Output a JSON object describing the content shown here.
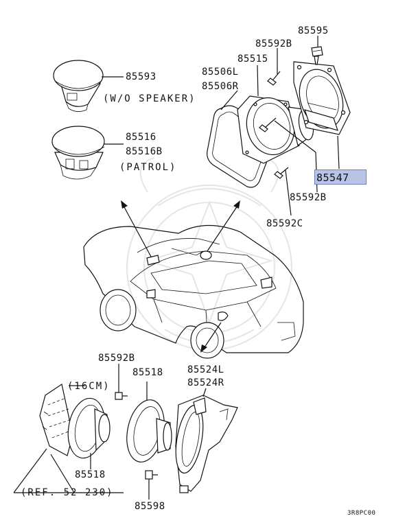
{
  "labels": {
    "p85595": "85595",
    "p85592b_top": "85592B",
    "p85515": "85515",
    "p85506l": "85506L",
    "p85506r": "85506R",
    "p85593": "85593",
    "wo_speaker": "(W/O SPEAKER)",
    "p85516": "85516",
    "p85516b": "85516B",
    "patrol": "(PATROL)",
    "p85547": "85547",
    "p85592b_mid": "85592B",
    "p85592c": "85592C",
    "p85592b_low": "85592B",
    "p85518_top": "85518",
    "p85524l": "85524L",
    "p85524r": "85524R",
    "cm16": "(16CM)",
    "p85518_low": "85518",
    "ref": "(REF. 52-230)",
    "p85598": "85598",
    "code": "3R8PC00"
  },
  "highlight": {
    "part": "85547",
    "color": "#b9c3e6"
  }
}
